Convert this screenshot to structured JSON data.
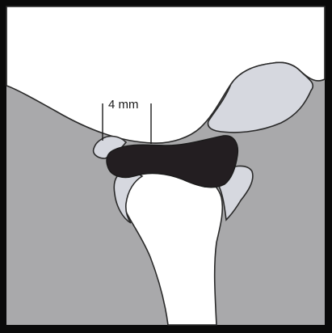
{
  "diagram": {
    "measurement_label": "4 mm",
    "colors": {
      "frame": "#0a0a0a",
      "background_tissue": "#a9a9ab",
      "bone": "#ffffff",
      "cartilage": "#d6d8df",
      "disc": "#231e21",
      "outline": "#2a2a2a"
    },
    "icons": {
      "skull_bone": "skull-bone-shape",
      "condyle": "condyle-shape",
      "disc": "articular-disc-shape"
    }
  }
}
